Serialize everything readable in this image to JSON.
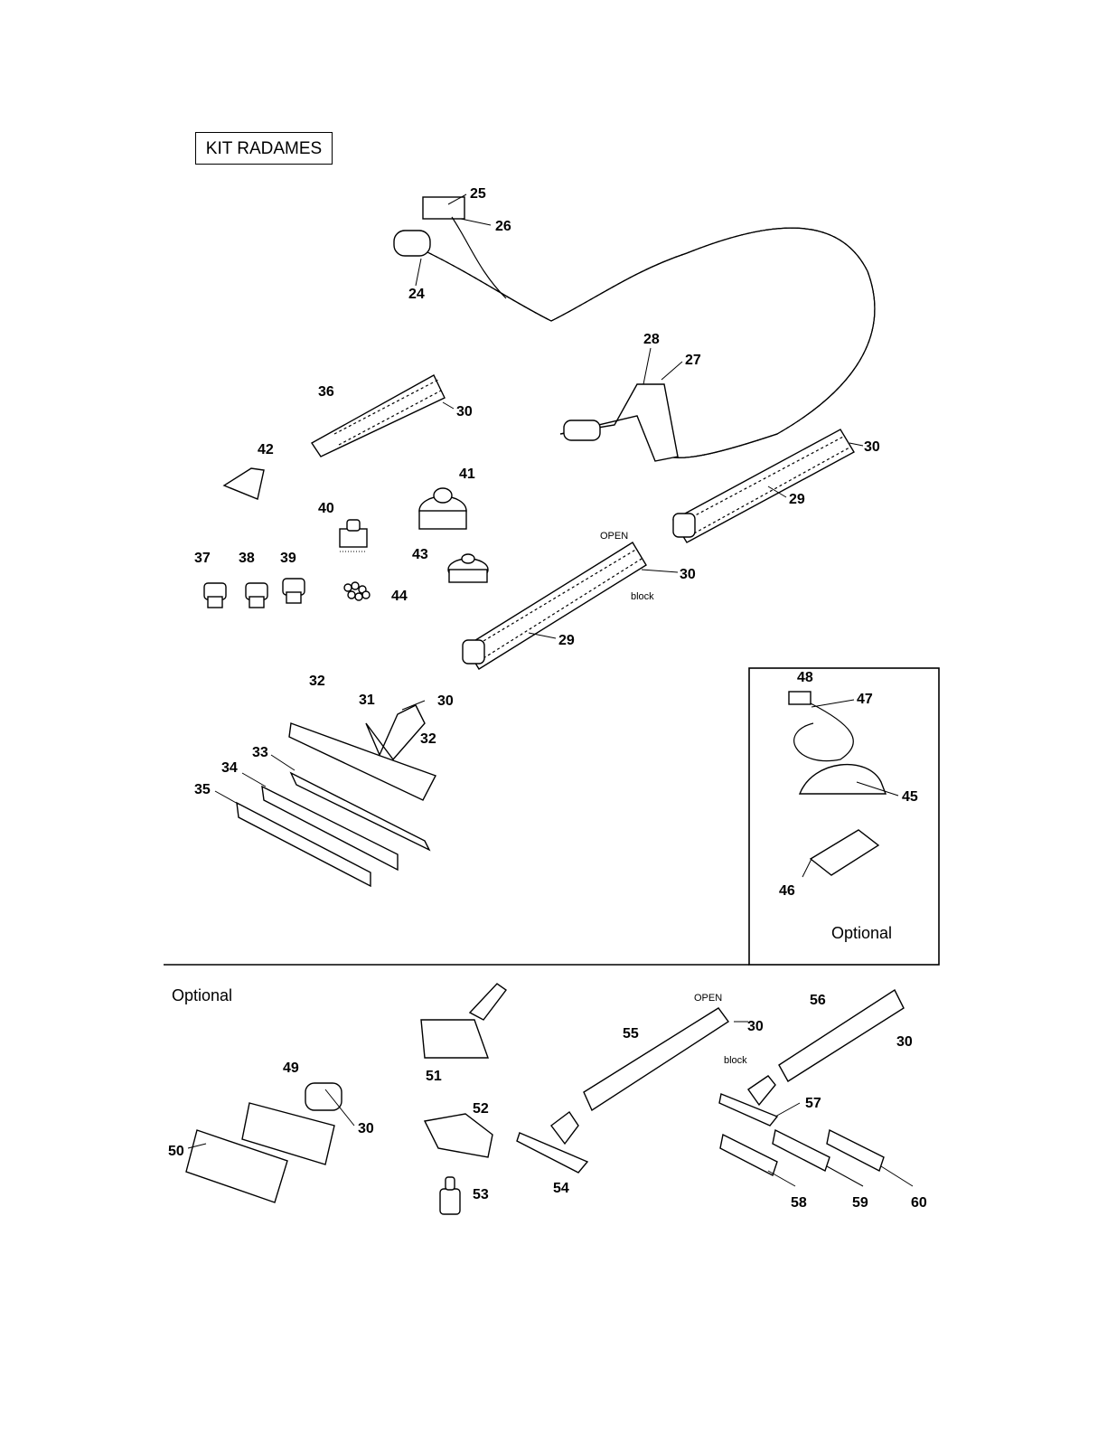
{
  "title": "KIT RADAMES",
  "optional_box_label": "Optional",
  "optional_section_label": "Optional",
  "annotations": {
    "open_1": "OPEN",
    "block_1": "block",
    "open_2": "OPEN",
    "block_2": "block"
  },
  "part_numbers": {
    "p24": "24",
    "p25": "25",
    "p26": "26",
    "p27": "27",
    "p28": "28",
    "p29a": "29",
    "p29b": "29",
    "p30a": "30",
    "p30b": "30",
    "p30c": "30",
    "p30d": "30",
    "p30e": "30",
    "p30f": "30",
    "p30g": "30",
    "p31": "31",
    "p32a": "32",
    "p32b": "32",
    "p33": "33",
    "p34": "34",
    "p35": "35",
    "p36": "36",
    "p37": "37",
    "p38": "38",
    "p39": "39",
    "p40": "40",
    "p41": "41",
    "p42": "42",
    "p43": "43",
    "p44": "44",
    "p45": "45",
    "p46": "46",
    "p47": "47",
    "p48": "48",
    "p49": "49",
    "p50": "50",
    "p51": "51",
    "p52": "52",
    "p53": "53",
    "p54": "54",
    "p55": "55",
    "p56": "56",
    "p57": "57",
    "p58": "58",
    "p59": "59",
    "p60": "60"
  }
}
